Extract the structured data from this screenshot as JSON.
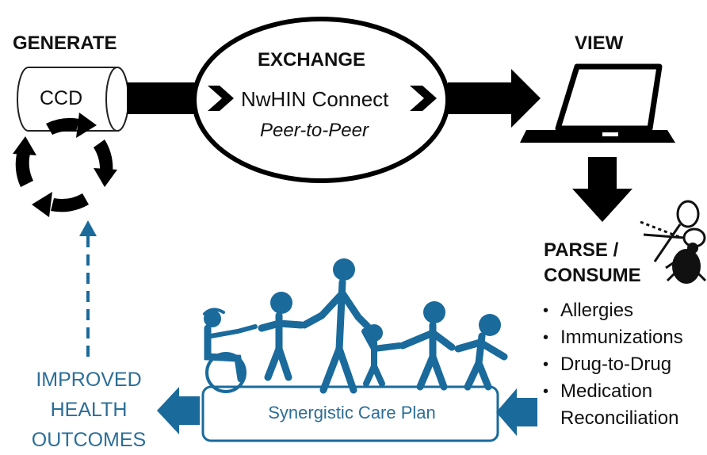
{
  "diagram": {
    "generate": {
      "title": "GENERATE",
      "document": "CCD"
    },
    "exchange": {
      "title": "EXCHANGE",
      "network": "NwHIN Connect",
      "mode": "Peer-to-Peer"
    },
    "view": {
      "title": "VIEW"
    },
    "parse": {
      "line1": "PARSE /",
      "line2": "CONSUME"
    },
    "items": [
      "Allergies",
      "Immunizations",
      "Drug-to-Drug",
      "Medication",
      "Reconciliation"
    ],
    "bullet": "•",
    "care_plan": "Synergistic Care Plan",
    "outcomes": [
      "IMPROVED",
      "HEALTH",
      "OUTCOMES"
    ],
    "colors": {
      "accent_blue": "#1a6a9c",
      "text_blue": "#2c6e98",
      "ink": "#000000"
    }
  }
}
